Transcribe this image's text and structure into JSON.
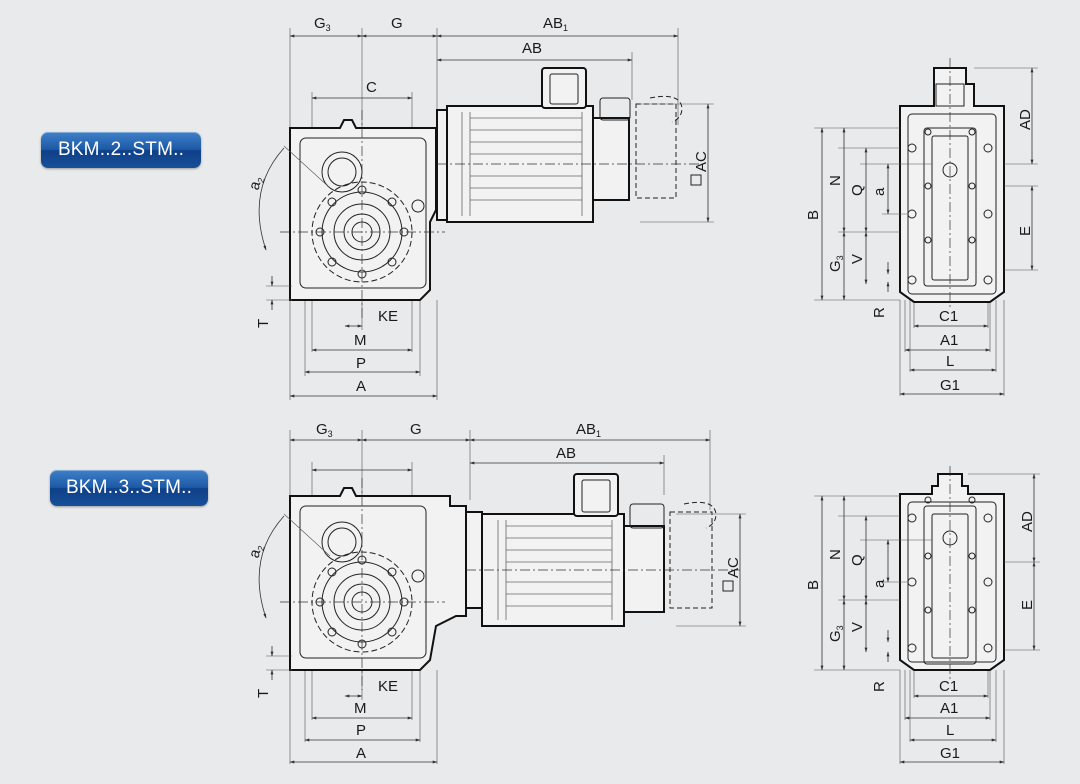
{
  "badges": {
    "top": "BKM..2..STM..",
    "bottom": "BKM..3..STM.."
  },
  "labels": {
    "G3": "G",
    "G3_sub": "3",
    "G": "G",
    "AB1": "AB",
    "AB1_sub": "1",
    "AB": "AB",
    "C": "C",
    "a2": "a",
    "a2_sub": "2",
    "AC": "AC",
    "T": "T",
    "KE": "KE",
    "M": "M",
    "P": "P",
    "A": "A",
    "AD": "AD",
    "B": "B",
    "N": "N",
    "Q": "Q",
    "a": "a",
    "E": "E",
    "V": "V",
    "R": "R",
    "C1": "C1",
    "A1": "A1",
    "L": "L",
    "G1": "G1"
  },
  "colors": {
    "background": "#e9eaeb",
    "badge": "#1d5aa6",
    "line": "#111111"
  }
}
